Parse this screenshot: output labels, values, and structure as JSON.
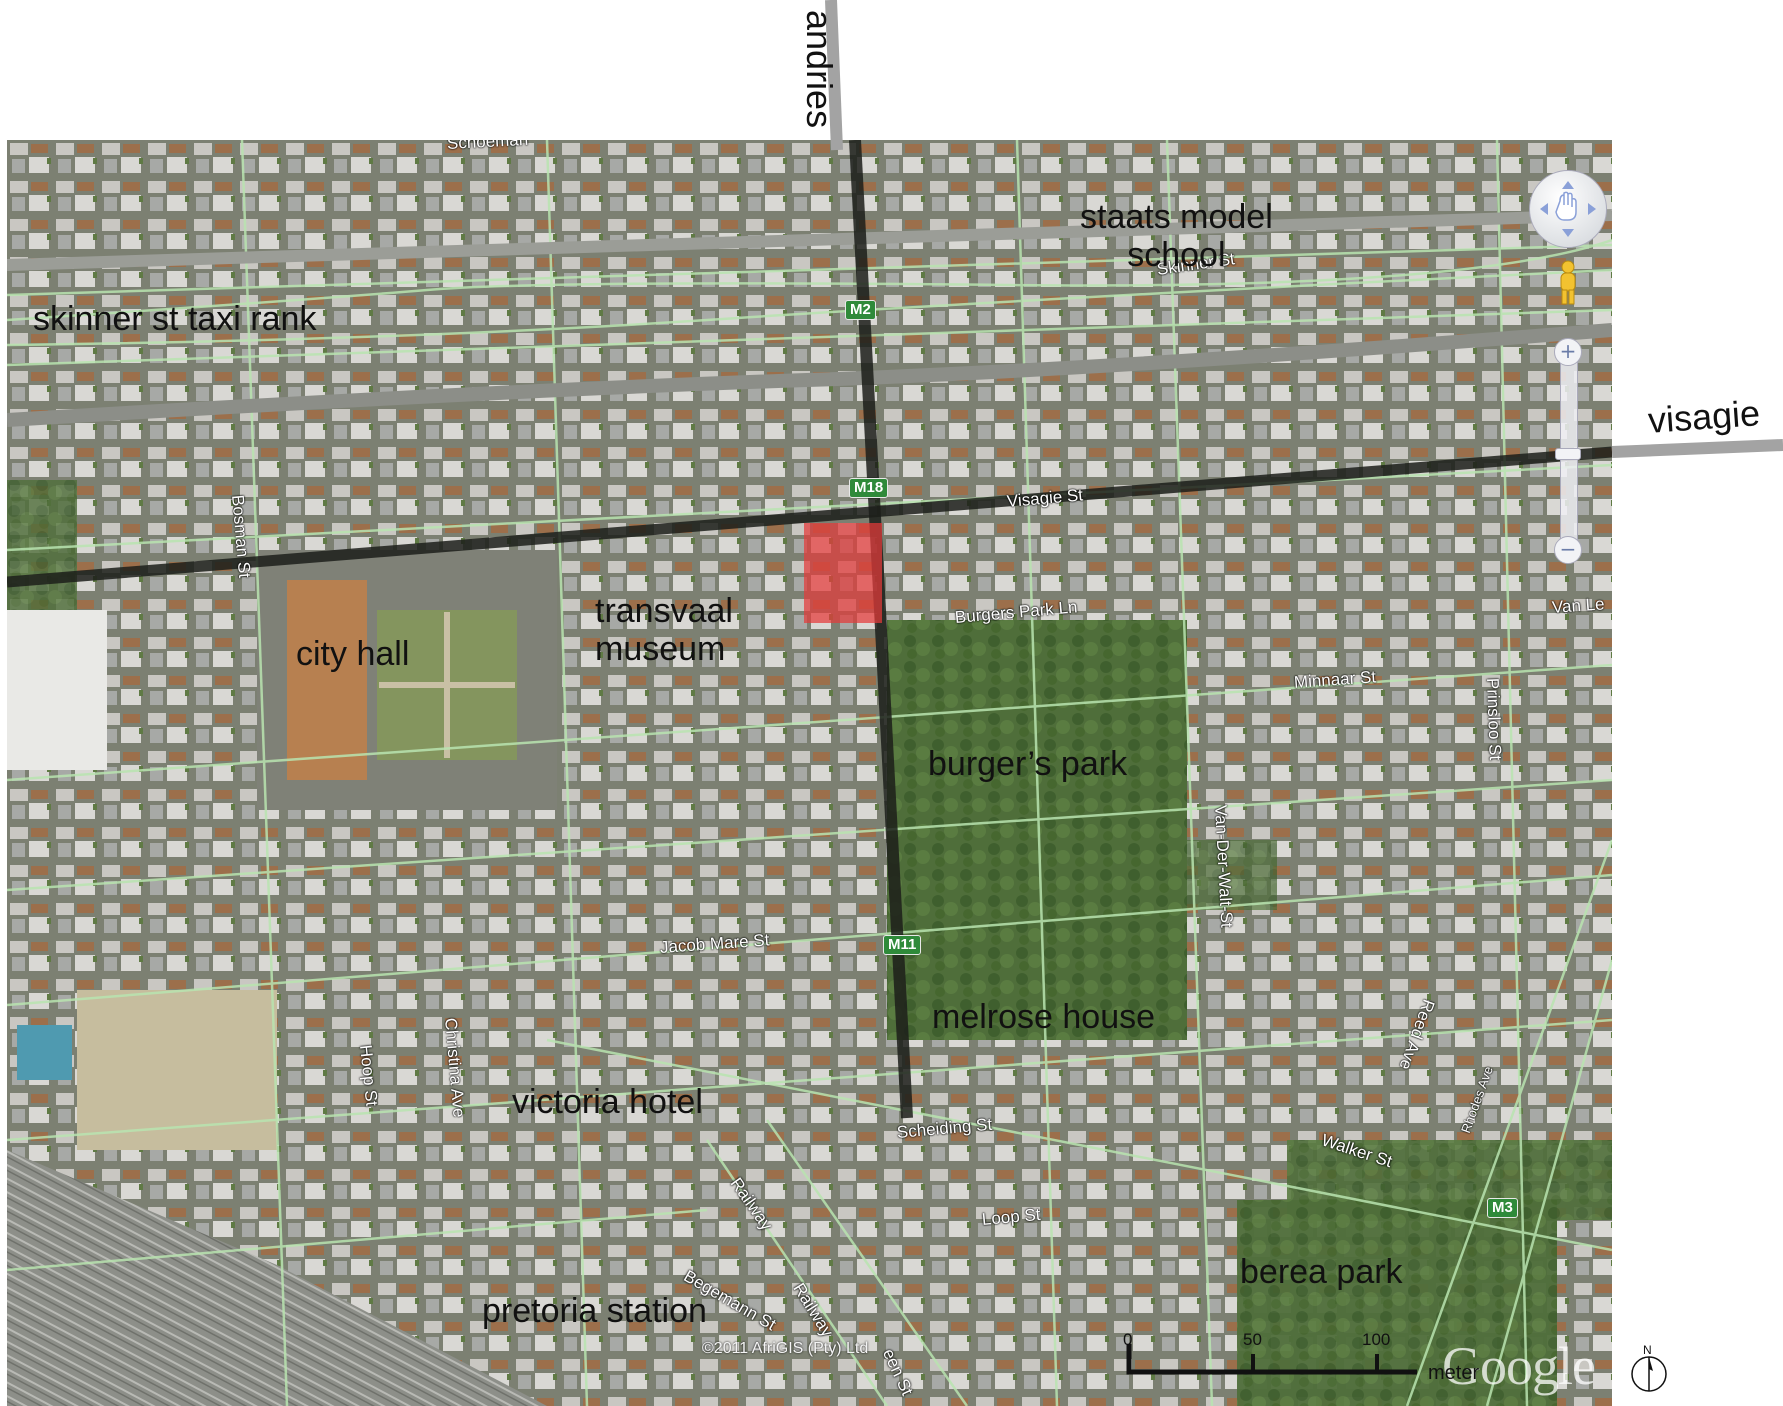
{
  "map": {
    "credit": "©2011 AfriGIS (Pty) Ltd",
    "logo": "Google",
    "highlight_color": "#e53a3a",
    "road_colors": {
      "overlay_dark": "#1c1f1a",
      "overlay_grey": "#a3a3a3",
      "street_line": "#b9e4b0"
    },
    "road_labels": {
      "andries": "andries",
      "visagie": "visagie"
    },
    "places": {
      "staats_model_school": "staats model\nschool",
      "skinner_taxi_rank": "skinner st taxi rank",
      "transvaal_museum": "transvaal\nmuseum",
      "city_hall": "city hall",
      "burgers_park": "burger’s park",
      "melrose_house": "melrose house",
      "victoria_hotel": "victoria hotel",
      "pretoria_station": "pretoria station",
      "berea_park": "berea park"
    },
    "streets": {
      "schoeman": "Schoeman",
      "skinner": "Skinner St",
      "bosman": "Bosman St",
      "visagie_st": "Visagie St",
      "burgers_park_ln": "Burgers Park Ln",
      "van_le": "Van Le",
      "minnaar": "Minnaar St",
      "prinsloo": "Prinsloo St",
      "van_der_walt": "Van-Der-Walt-St",
      "jacob_mare": "Jacob Mare St",
      "christina": "Christina Ave",
      "hoop": "Hoop St",
      "reed": "Reed Ave",
      "rhodes": "Rhodes Ave",
      "scheiding": "Scheiding St",
      "walker": "Walker St",
      "railway1": "Railway",
      "railway2": "Railway",
      "loop": "Loop St",
      "begemann": "Begemann St",
      "green_st": "een St"
    },
    "shields": {
      "m2": "M2",
      "m18": "M18",
      "m11": "M11",
      "m3": "M3"
    },
    "scale": {
      "ticks": [
        "0",
        "50",
        "100"
      ],
      "unit": "meter"
    },
    "north": "N",
    "nav_icons": [
      "pan-hand-icon",
      "pegman-icon",
      "zoom-in-icon",
      "zoom-out-icon"
    ],
    "zoom": {
      "plus": "+",
      "minus": "−"
    }
  }
}
